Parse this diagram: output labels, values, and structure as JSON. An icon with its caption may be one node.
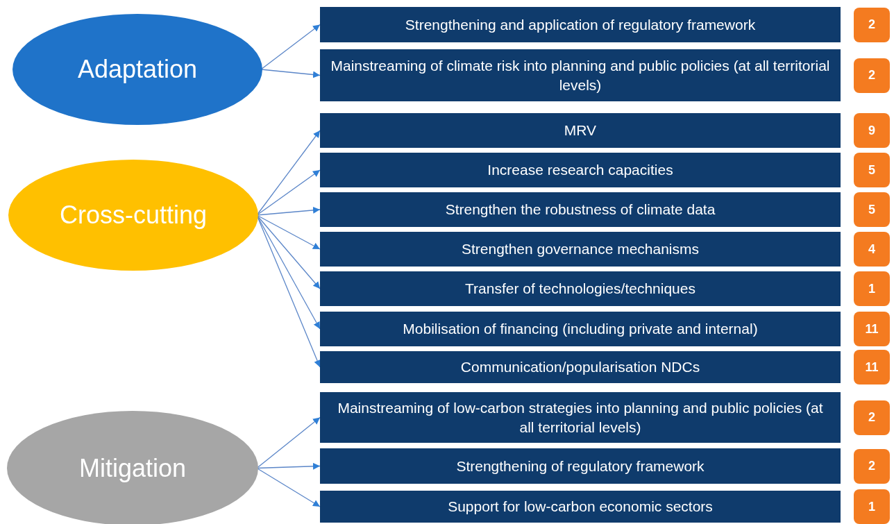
{
  "diagram": {
    "nodes": [
      {
        "text": [
          "Adaptation"
        ]
      },
      {
        "text": [
          "Strengthening and application of regulatory framework"
        ]
      },
      {
        "text": [
          "2"
        ]
      },
      {
        "text": [
          "Mainstreaming of climate risk into planning and public policies (at all territorial levels)"
        ]
      },
      {
        "text": [
          "2"
        ]
      },
      {
        "text": [
          "Cross-cutting"
        ]
      },
      {
        "text": [
          "MRV"
        ]
      },
      {
        "text": [
          "9"
        ]
      },
      {
        "text": [
          "Increase research capacities"
        ]
      },
      {
        "text": [
          "5"
        ]
      },
      {
        "text": [
          "Strengthen the robustness of climate data"
        ]
      },
      {
        "text": [
          "5"
        ]
      },
      {
        "text": [
          "Strengthen governance mechanisms"
        ]
      },
      {
        "text": [
          "4"
        ]
      },
      {
        "text": [
          "Transfer of technologies/techniques"
        ]
      },
      {
        "text": [
          "1"
        ]
      },
      {
        "text": [
          "Mobilisation of financing (including private and internal)"
        ]
      },
      {
        "text": [
          "11"
        ]
      },
      {
        "text": [
          "Communication/popularisation NDCs"
        ]
      },
      {
        "text": [
          "11"
        ]
      },
      {
        "text": [
          "Mitigation"
        ]
      },
      {
        "text": [
          "Mainstreaming of low-carbon strategies into planning and public policies (at all territorial levels)"
        ]
      },
      {
        "text": [
          "2"
        ]
      },
      {
        "text": [
          "Strengthening of regulatory framework"
        ]
      },
      {
        "text": [
          "2"
        ]
      },
      {
        "text": [
          "Support for low-carbon economic sectors"
        ]
      },
      {
        "text": [
          "1"
        ]
      }
    ],
    "edges": [
      {
        "from": 0,
        "to": 1,
        "arrow": "to"
      },
      {
        "from": 0,
        "to": 3,
        "arrow": "to"
      },
      {
        "from": 5,
        "to": 6,
        "arrow": "to"
      },
      {
        "from": 5,
        "to": 8,
        "arrow": "to"
      },
      {
        "from": 5,
        "to": 10,
        "arrow": "to"
      },
      {
        "from": 5,
        "to": 12,
        "arrow": "to"
      },
      {
        "from": 5,
        "to": 14,
        "arrow": "to"
      },
      {
        "from": 5,
        "to": 16,
        "arrow": "to"
      },
      {
        "from": 5,
        "to": 18,
        "arrow": "to"
      },
      {
        "from": 20,
        "to": 21,
        "arrow": "to"
      },
      {
        "from": 20,
        "to": 23,
        "arrow": "to"
      },
      {
        "from": 20,
        "to": 25,
        "arrow": "to"
      }
    ]
  }
}
